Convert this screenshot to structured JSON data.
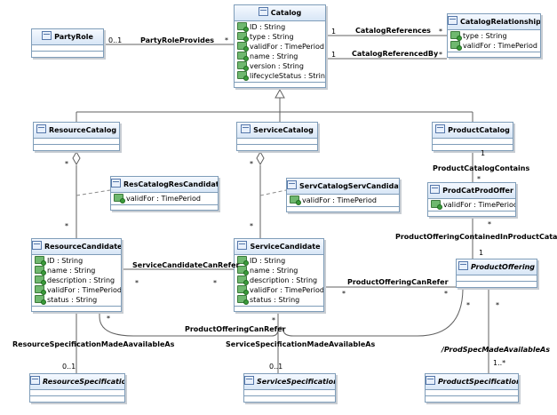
{
  "classes": {
    "catalog": {
      "name": "Catalog",
      "attrs": [
        "ID : String",
        "type : String",
        "validFor : TimePeriod",
        "name : String",
        "version : String",
        "lifecycleStatus : String"
      ]
    },
    "party_role": {
      "name": "PartyRole"
    },
    "catalog_relationship": {
      "name": "CatalogRelationship",
      "attrs": [
        "type : String",
        "validFor : TimePeriod"
      ]
    },
    "resource_catalog": {
      "name": "ResourceCatalog"
    },
    "service_catalog": {
      "name": "ServiceCatalog"
    },
    "product_catalog": {
      "name": "ProductCatalog"
    },
    "res_catalog_res_candidate": {
      "name": "ResCatalogResCandidate",
      "attrs": [
        "validFor : TimePeriod"
      ]
    },
    "serv_catalog_serv_candidate": {
      "name": "ServCatalogServCandidate",
      "attrs": [
        "validFor : TimePeriod"
      ]
    },
    "prod_cat_prod_offer": {
      "name": "ProdCatProdOffer",
      "attrs": [
        "validFor : TimePeriod"
      ]
    },
    "resource_candidate": {
      "name": "ResourceCandidate",
      "attrs": [
        "ID : String",
        "name : String",
        "description : String",
        "validFor : TimePeriod",
        "status : String"
      ]
    },
    "service_candidate": {
      "name": "ServiceCandidate",
      "attrs": [
        "ID : String",
        "name : String",
        "description : String",
        "validFor : TimePeriod",
        "status : String"
      ]
    },
    "product_offering": {
      "name": "ProductOffering"
    },
    "resource_specification": {
      "name": "ResourceSpecification"
    },
    "service_specification": {
      "name": "ServiceSpecification"
    },
    "product_specification": {
      "name": "ProductSpecification"
    }
  },
  "associations": {
    "party_role_provides": "PartyRoleProvides",
    "catalog_references": "CatalogReferences",
    "catalog_referenced_by": "CatalogReferencedBy",
    "product_catalog_contains": "ProductCatalogContains",
    "product_offering_contained_in_product_catalog": "ProductOfferingContainedInProductCatalog",
    "service_candidate_can_refer": "ServiceCandidateCanRefer",
    "product_offering_can_refer_1": "ProductOfferingCanRefer",
    "product_offering_can_refer_2": "ProductOfferingCanRefer",
    "resource_specification_made_available_as": "ResourceSpecificationMadeAavailableAs",
    "service_specification_made_available_as": "ServiceSpecificationMadeAvailableAs",
    "prod_spec_made_available_as": "/ProdSpecMadeAvailableAs"
  },
  "multiplicities": {
    "party_role_end": "0..1",
    "party_role_catalog_end": "*",
    "cat_ref_1": "1",
    "cat_ref_star": "*",
    "cat_refby_1": "1",
    "cat_refby_star": "*",
    "rescat_star": "*",
    "rescand_star": "*",
    "servcat_star": "*",
    "servcand_star": "*",
    "prodcat_1": "1",
    "prodcatprodoffer_star": "*",
    "prodoffer_top_star": "*",
    "prodoffer_1": "1",
    "scr_left_star": "*",
    "scr_right_star": "*",
    "pocr_left_star": "*",
    "pocr_right_star": "*",
    "rescand_bottom_star": "*",
    "servcand_bottom_star": "*",
    "prodoffer_bottom_star_left": "*",
    "prodoffer_bottom_star_right": "*",
    "resspec_01": "0..1",
    "servspec_01": "0..1",
    "prodspec_1star": "1..*"
  },
  "colors": {
    "border": "#7f9db9",
    "header_top": "#f5f9ff",
    "header_bottom": "#d8e6f6",
    "line": "#606060",
    "dash": "#8a8a8a"
  }
}
